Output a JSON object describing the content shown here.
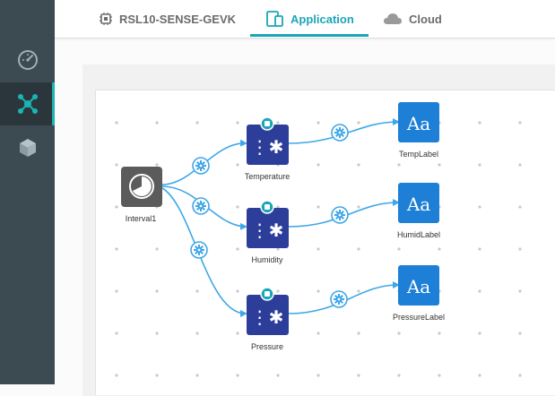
{
  "sidebar": {
    "items": [
      {
        "name": "dashboard",
        "icon": "speedometer-icon"
      },
      {
        "name": "flow",
        "icon": "network-icon",
        "active": true
      },
      {
        "name": "modules",
        "icon": "cube-icon"
      }
    ]
  },
  "tabs": [
    {
      "label": "RSL10-SENSE-GEVK",
      "icon": "chip-icon"
    },
    {
      "label": "Application",
      "icon": "devices-icon",
      "active": true
    },
    {
      "label": "Cloud",
      "icon": "cloud-icon"
    }
  ],
  "nodes": {
    "interval": "Interval1",
    "temperature": "Temperature",
    "humidity": "Humidity",
    "pressure": "Pressure",
    "temp_label": "TempLabel",
    "humid_label": "HumidLabel",
    "pressure_label": "PressureLabel",
    "label_glyph": "Aa"
  },
  "colors": {
    "accent": "#1aa6b7",
    "ble_node": "#2c3e99",
    "label_node": "#1e7fd6",
    "wire": "#3fa7e8",
    "sidebar": "#3c4a52"
  }
}
